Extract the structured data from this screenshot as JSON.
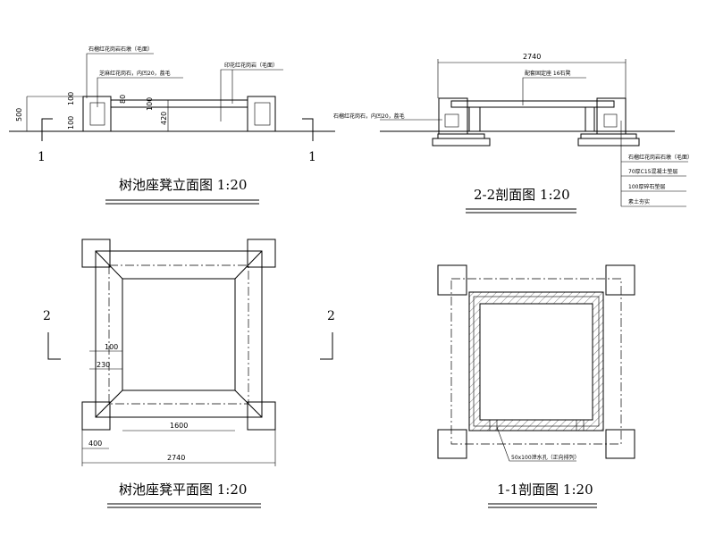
{
  "elevation": {
    "title": "树池座凳立面图  1:20",
    "note_top": "石榴红花岗岩石墩（毛面）",
    "note_mid": "芝麻红花岗石，内凹20，荔毛",
    "note_right": "印花红花岗岩（毛面）",
    "dims": {
      "h500": "500",
      "h100a": "100",
      "h100b": "100",
      "h80": "80",
      "h100c": "100",
      "h420": "420"
    },
    "section_mark": "1"
  },
  "section22": {
    "title": "2-2剖面图  1:20",
    "dim_width": "2740",
    "note_seat": "配套固定座 16石凳",
    "note_left": "石榴红花岗石，内凹20，荔毛",
    "layers": [
      "石榴红花岗岩石墩（毛面）",
      "70厚C15混凝土垫层",
      "100厚碎石垫层",
      "素土夯实"
    ]
  },
  "plan": {
    "title": "树池座凳平面图  1:20",
    "dims": {
      "d100": "100",
      "d230": "230",
      "d1600": "1600",
      "d400": "400",
      "d2740": "2740"
    },
    "section_mark": "2"
  },
  "section11": {
    "title": "1-1剖面图  1:20",
    "note_drain": "50x100泄水孔（正向排列）"
  }
}
